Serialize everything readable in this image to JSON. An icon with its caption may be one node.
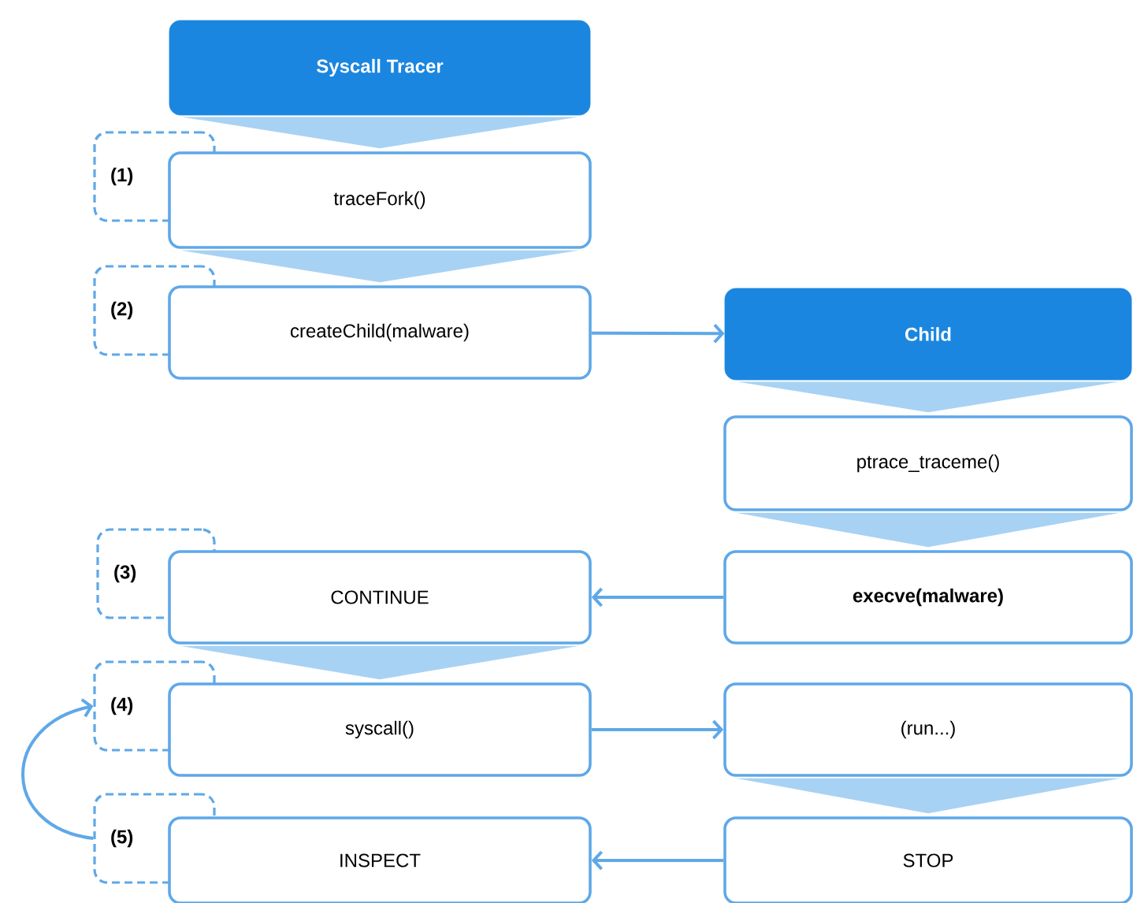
{
  "diagram": {
    "nodes": [
      {
        "text": [
          "Syscall Tracer"
        ]
      },
      {
        "text": [
          "(1)"
        ]
      },
      {
        "text": [
          "traceFork()"
        ]
      },
      {
        "text": [
          "(2)"
        ]
      },
      {
        "text": [
          "createChild(malware)"
        ]
      },
      {
        "text": [
          "Child"
        ]
      },
      {
        "text": [
          "ptrace_traceme()"
        ]
      },
      {
        "text": [
          "(3)"
        ]
      },
      {
        "text": [
          "CONTINUE"
        ]
      },
      {
        "text": [
          "execve(malware)"
        ]
      },
      {
        "text": [
          "(4)"
        ]
      },
      {
        "text": [
          "syscall()"
        ]
      },
      {
        "text": [
          "(run...)"
        ]
      },
      {
        "text": [
          "(5)"
        ]
      },
      {
        "text": [
          "INSPECT"
        ]
      },
      {
        "text": [
          "STOP"
        ]
      }
    ],
    "edges": [
      {
        "from": 0,
        "to": 2,
        "arrow": "to"
      },
      {
        "from": 2,
        "to": 4,
        "arrow": "to"
      },
      {
        "from": 4,
        "to": 5,
        "arrow": "to"
      },
      {
        "from": 5,
        "to": 6,
        "arrow": "to"
      },
      {
        "from": 6,
        "to": 9,
        "arrow": "to"
      },
      {
        "from": 9,
        "to": 8,
        "arrow": "to"
      },
      {
        "from": 8,
        "to": 11,
        "arrow": "to"
      },
      {
        "from": 11,
        "to": 12,
        "arrow": "to"
      },
      {
        "from": 12,
        "to": 15,
        "arrow": "to"
      },
      {
        "from": 15,
        "to": 14,
        "arrow": "to"
      },
      {
        "from": 13,
        "to": 10,
        "arrow": "to"
      }
    ]
  }
}
